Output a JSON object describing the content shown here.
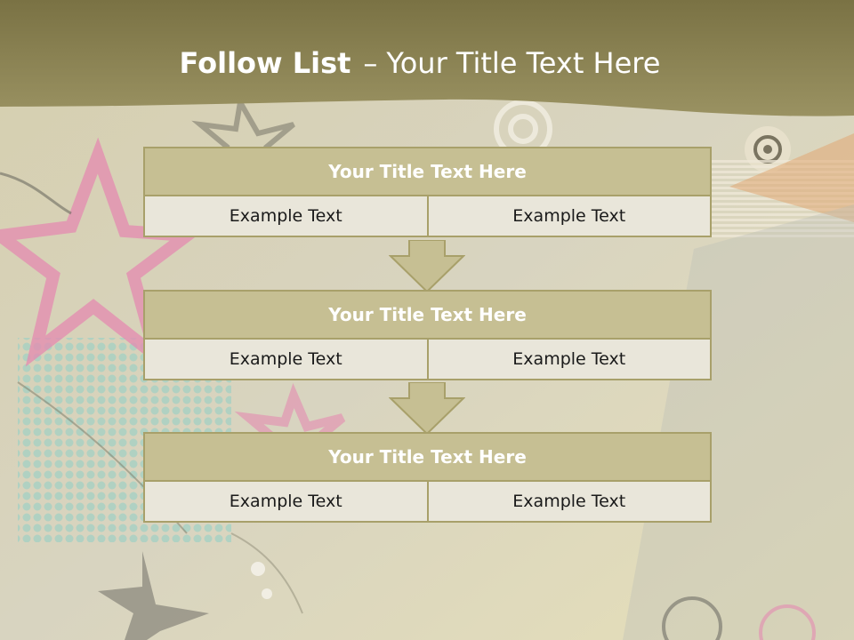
{
  "slide": {
    "title_bold": "Follow List",
    "title_dash": "–",
    "title_rest": "Your Title Text Here",
    "header_color": "#8f8650",
    "accent_color": "#c6bf93",
    "cell_color": "#e9e6da",
    "border_color": "#a8a06a"
  },
  "blocks": [
    {
      "title": "Your Title Text Here",
      "cells": [
        "Example Text",
        "Example Text"
      ]
    },
    {
      "title": "Your Title Text Here",
      "cells": [
        "Example Text",
        "Example Text"
      ]
    },
    {
      "title": "Your Title Text Here",
      "cells": [
        "Example Text",
        "Example Text"
      ]
    }
  ],
  "connectors": [
    "down-arrow-icon",
    "down-arrow-icon"
  ]
}
